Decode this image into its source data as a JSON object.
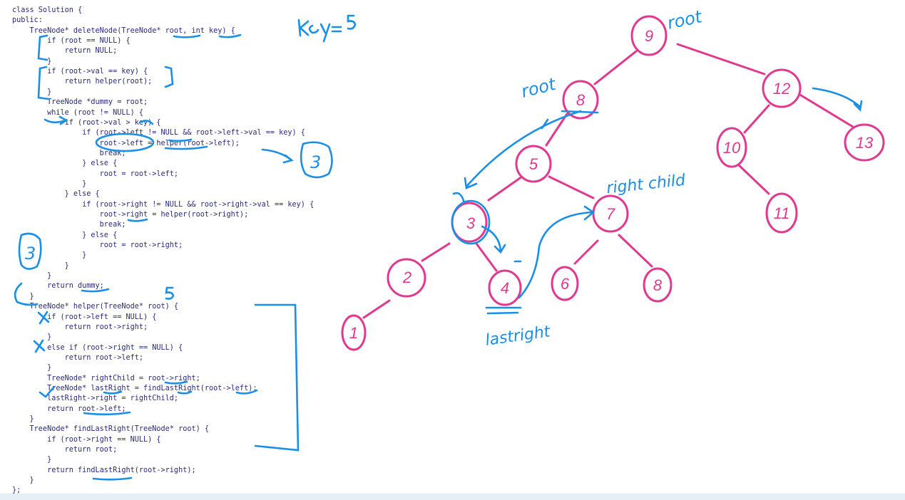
{
  "code": {
    "lines": [
      "class Solution {",
      "public:",
      "    TreeNode* deleteNode(TreeNode* root, int key) {",
      "        if (root == NULL) {",
      "            return NULL;",
      "        }",
      "        if (root->val == key) {",
      "            return helper(root);",
      "        }",
      "        TreeNode *dummy = root;",
      "        while (root != NULL) {",
      "            if (root->val > key) {",
      "                if (root->left != NULL && root->left->val == key) {",
      "                    root->left = helper(root->left);",
      "                    break;",
      "                } else {",
      "                    root = root->left;",
      "                }",
      "            } else {",
      "                if (root->right != NULL && root->right->val == key) {",
      "                    root->right = helper(root->right);",
      "                    break;",
      "                } else {",
      "                    root = root->right;",
      "                }",
      "            }",
      "        }",
      "        return dummy;",
      "    }",
      "    TreeNode* helper(TreeNode* root) {",
      "        if (root->left == NULL) {",
      "            return root->right;",
      "        }",
      "        else if (root->right == NULL) {",
      "            return root->left;",
      "        }",
      "        TreeNode* rightChild = root->right;",
      "        TreeNode* lastRight = findLastRight(root->left);",
      "        lastRight->right = rightChild;",
      "        return root->left;",
      "    }",
      "    TreeNode* findLastRight(TreeNode* root) {",
      "        if (root->right == NULL) {",
      "            return root;",
      "        }",
      "        return findLastRight(root->right);",
      "    }",
      "};"
    ]
  },
  "annotations": {
    "key_label": "key=5",
    "root_top": "root",
    "root_mid": "root",
    "right_child": "right child",
    "last_right": "lastright",
    "circled_3_code": "3",
    "circled_3_side": "3",
    "five_note": "5",
    "cross_1": "×",
    "cross_2": "×",
    "check": "✓"
  },
  "tree": {
    "nodes": [
      "9",
      "8",
      "5",
      "3",
      "2",
      "1",
      "4",
      "7",
      "6",
      "8",
      "12",
      "10",
      "11",
      "13"
    ]
  },
  "colors": {
    "code_text": "#2a2a7a",
    "tree_ink": "#e0398f",
    "annotation_ink": "#1a8fe6",
    "background": "#ffffff"
  }
}
